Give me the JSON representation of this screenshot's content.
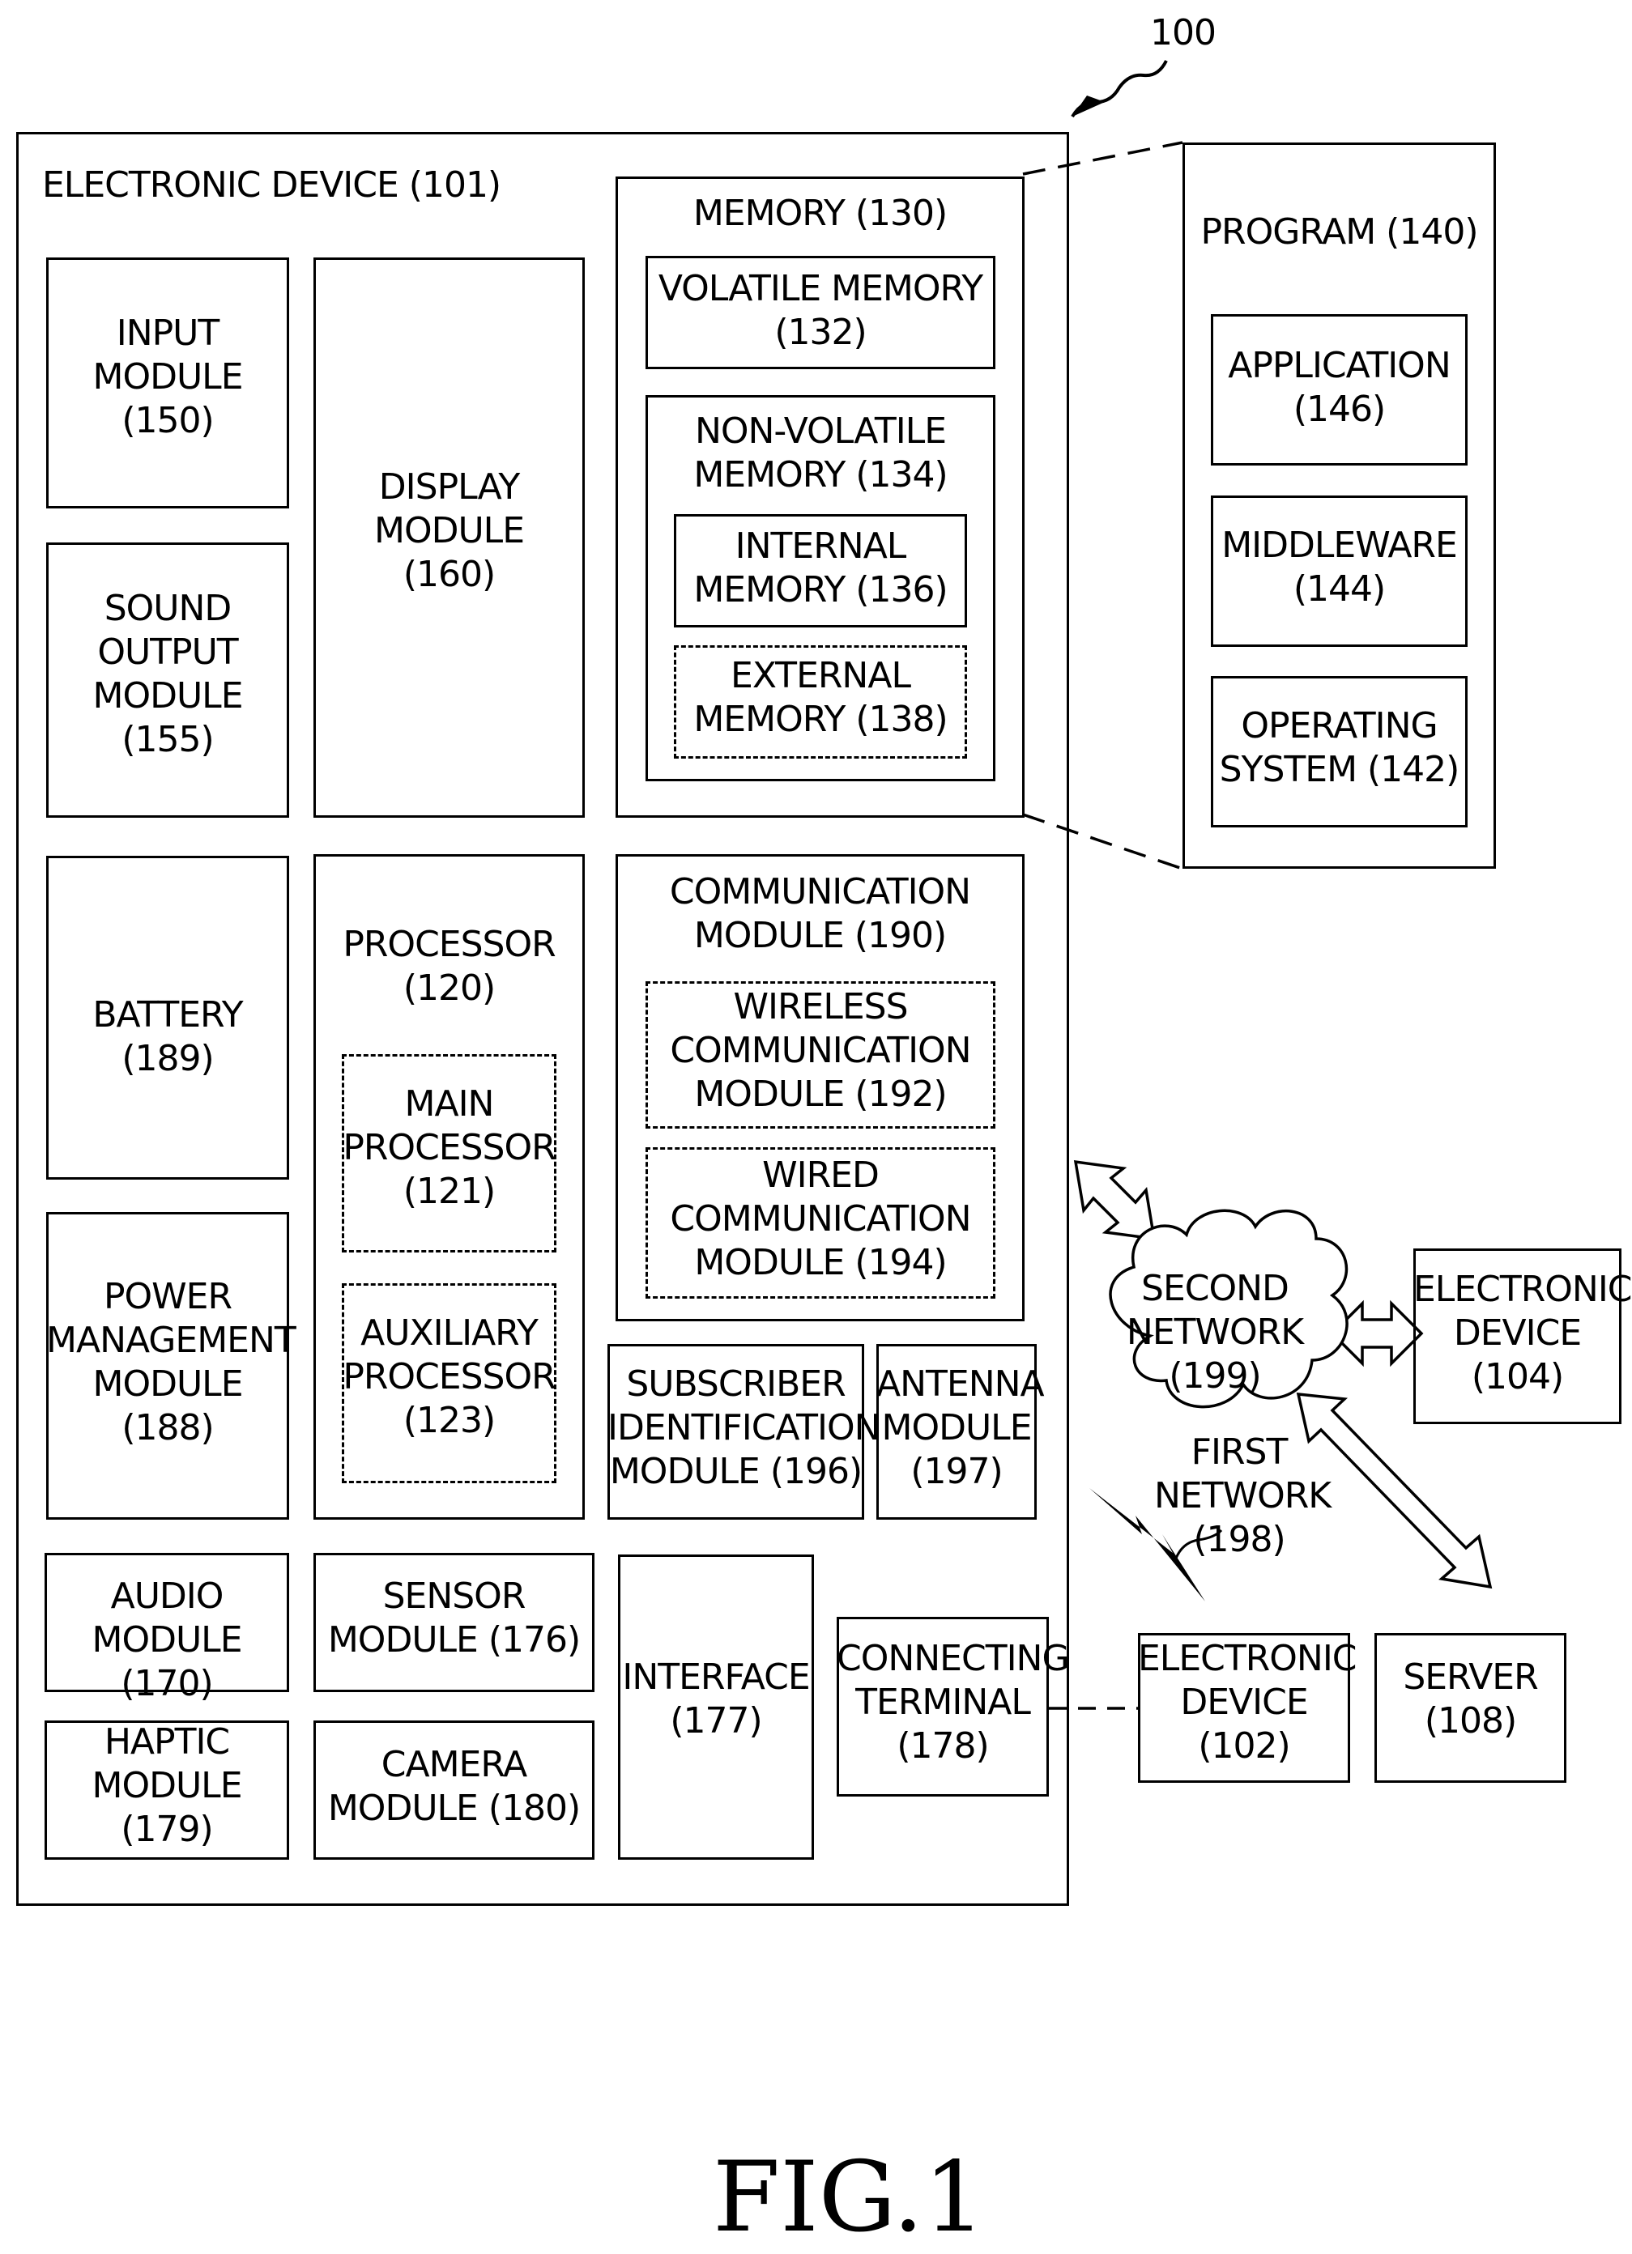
{
  "figure_ref": "100",
  "figure_caption": "FIG.1",
  "electronic_device_101": "ELECTRONIC DEVICE (101)",
  "input_module": "INPUT\nMODULE\n(150)",
  "sound_output_module": "SOUND\nOUTPUT\nMODULE\n(155)",
  "display_module": "DISPLAY\nMODULE\n(160)",
  "memory": "MEMORY (130)",
  "volatile_memory": "VOLATILE MEMORY\n(132)",
  "non_volatile_memory": "NON-VOLATILE\nMEMORY (134)",
  "internal_memory": "INTERNAL\nMEMORY (136)",
  "external_memory": "EXTERNAL\nMEMORY (138)",
  "program": "PROGRAM (140)",
  "application": "APPLICATION\n(146)",
  "middleware": "MIDDLEWARE\n(144)",
  "operating_system": "OPERATING\nSYSTEM (142)",
  "battery": "BATTERY\n(189)",
  "power_management": "POWER\nMANAGEMENT\nMODULE\n(188)",
  "processor": "PROCESSOR\n(120)",
  "main_processor": "MAIN\nPROCESSOR\n(121)",
  "auxiliary_processor": "AUXILIARY\nPROCESSOR\n(123)",
  "communication_module": "COMMUNICATION\nMODULE (190)",
  "wireless_module": "WIRELESS\nCOMMUNICATION\nMODULE (192)",
  "wired_module": "WIRED\nCOMMUNICATION\nMODULE (194)",
  "subscriber_id": "SUBSCRIBER\nIDENTIFICATION\nMODULE (196)",
  "antenna_module": "ANTENNA\nMODULE\n(197)",
  "audio_module": "AUDIO MODULE\n(170)",
  "sensor_module": "SENSOR\nMODULE (176)",
  "interface": "INTERFACE\n(177)",
  "connecting_terminal": "CONNECTING\nTERMINAL\n(178)",
  "haptic_module": "HAPTIC\nMODULE\n(179)",
  "camera_module": "CAMERA\nMODULE (180)",
  "second_network": "SECOND\nNETWORK\n(199)",
  "first_network": "FIRST\nNETWORK\n(198)",
  "electronic_device_104": "ELECTRONIC\nDEVICE\n(104)",
  "electronic_device_102": "ELECTRONIC\nDEVICE\n(102)",
  "server": "SERVER\n(108)"
}
